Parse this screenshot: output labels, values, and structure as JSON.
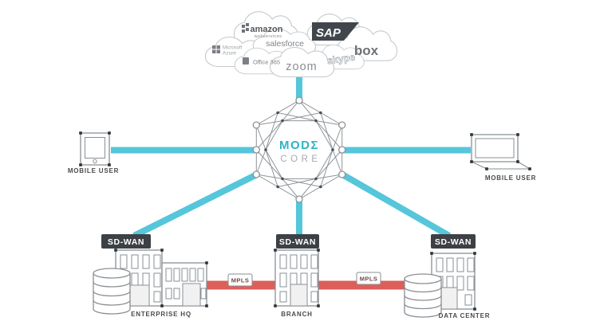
{
  "core": {
    "line1": "MODΣ",
    "line2": "CORE"
  },
  "clouds": {
    "aws_label": "amazon",
    "aws_sub": "webservices",
    "sap": "SAP",
    "salesforce": "salesforce",
    "box": "box",
    "azure_line1": "Microsoft",
    "azure_line2": "Azure",
    "office": "Office 365",
    "skype": "skype",
    "zoom": "zoom"
  },
  "labels": {
    "mobile_left": "MOBILE USER",
    "mobile_right": "MOBILE USER",
    "enterprise": "ENTERPRISE HQ",
    "branch": "BRANCH",
    "datacenter": "DATA CENTER",
    "sdwan": "SD-WAN",
    "mpls": "MPLS"
  },
  "colors": {
    "link_blue": "#56c7db",
    "link_red": "#dd5f59",
    "dark_box": "#3d4145",
    "core_teal": "#2fb3c5",
    "core_gray": "#a4a9ac"
  }
}
